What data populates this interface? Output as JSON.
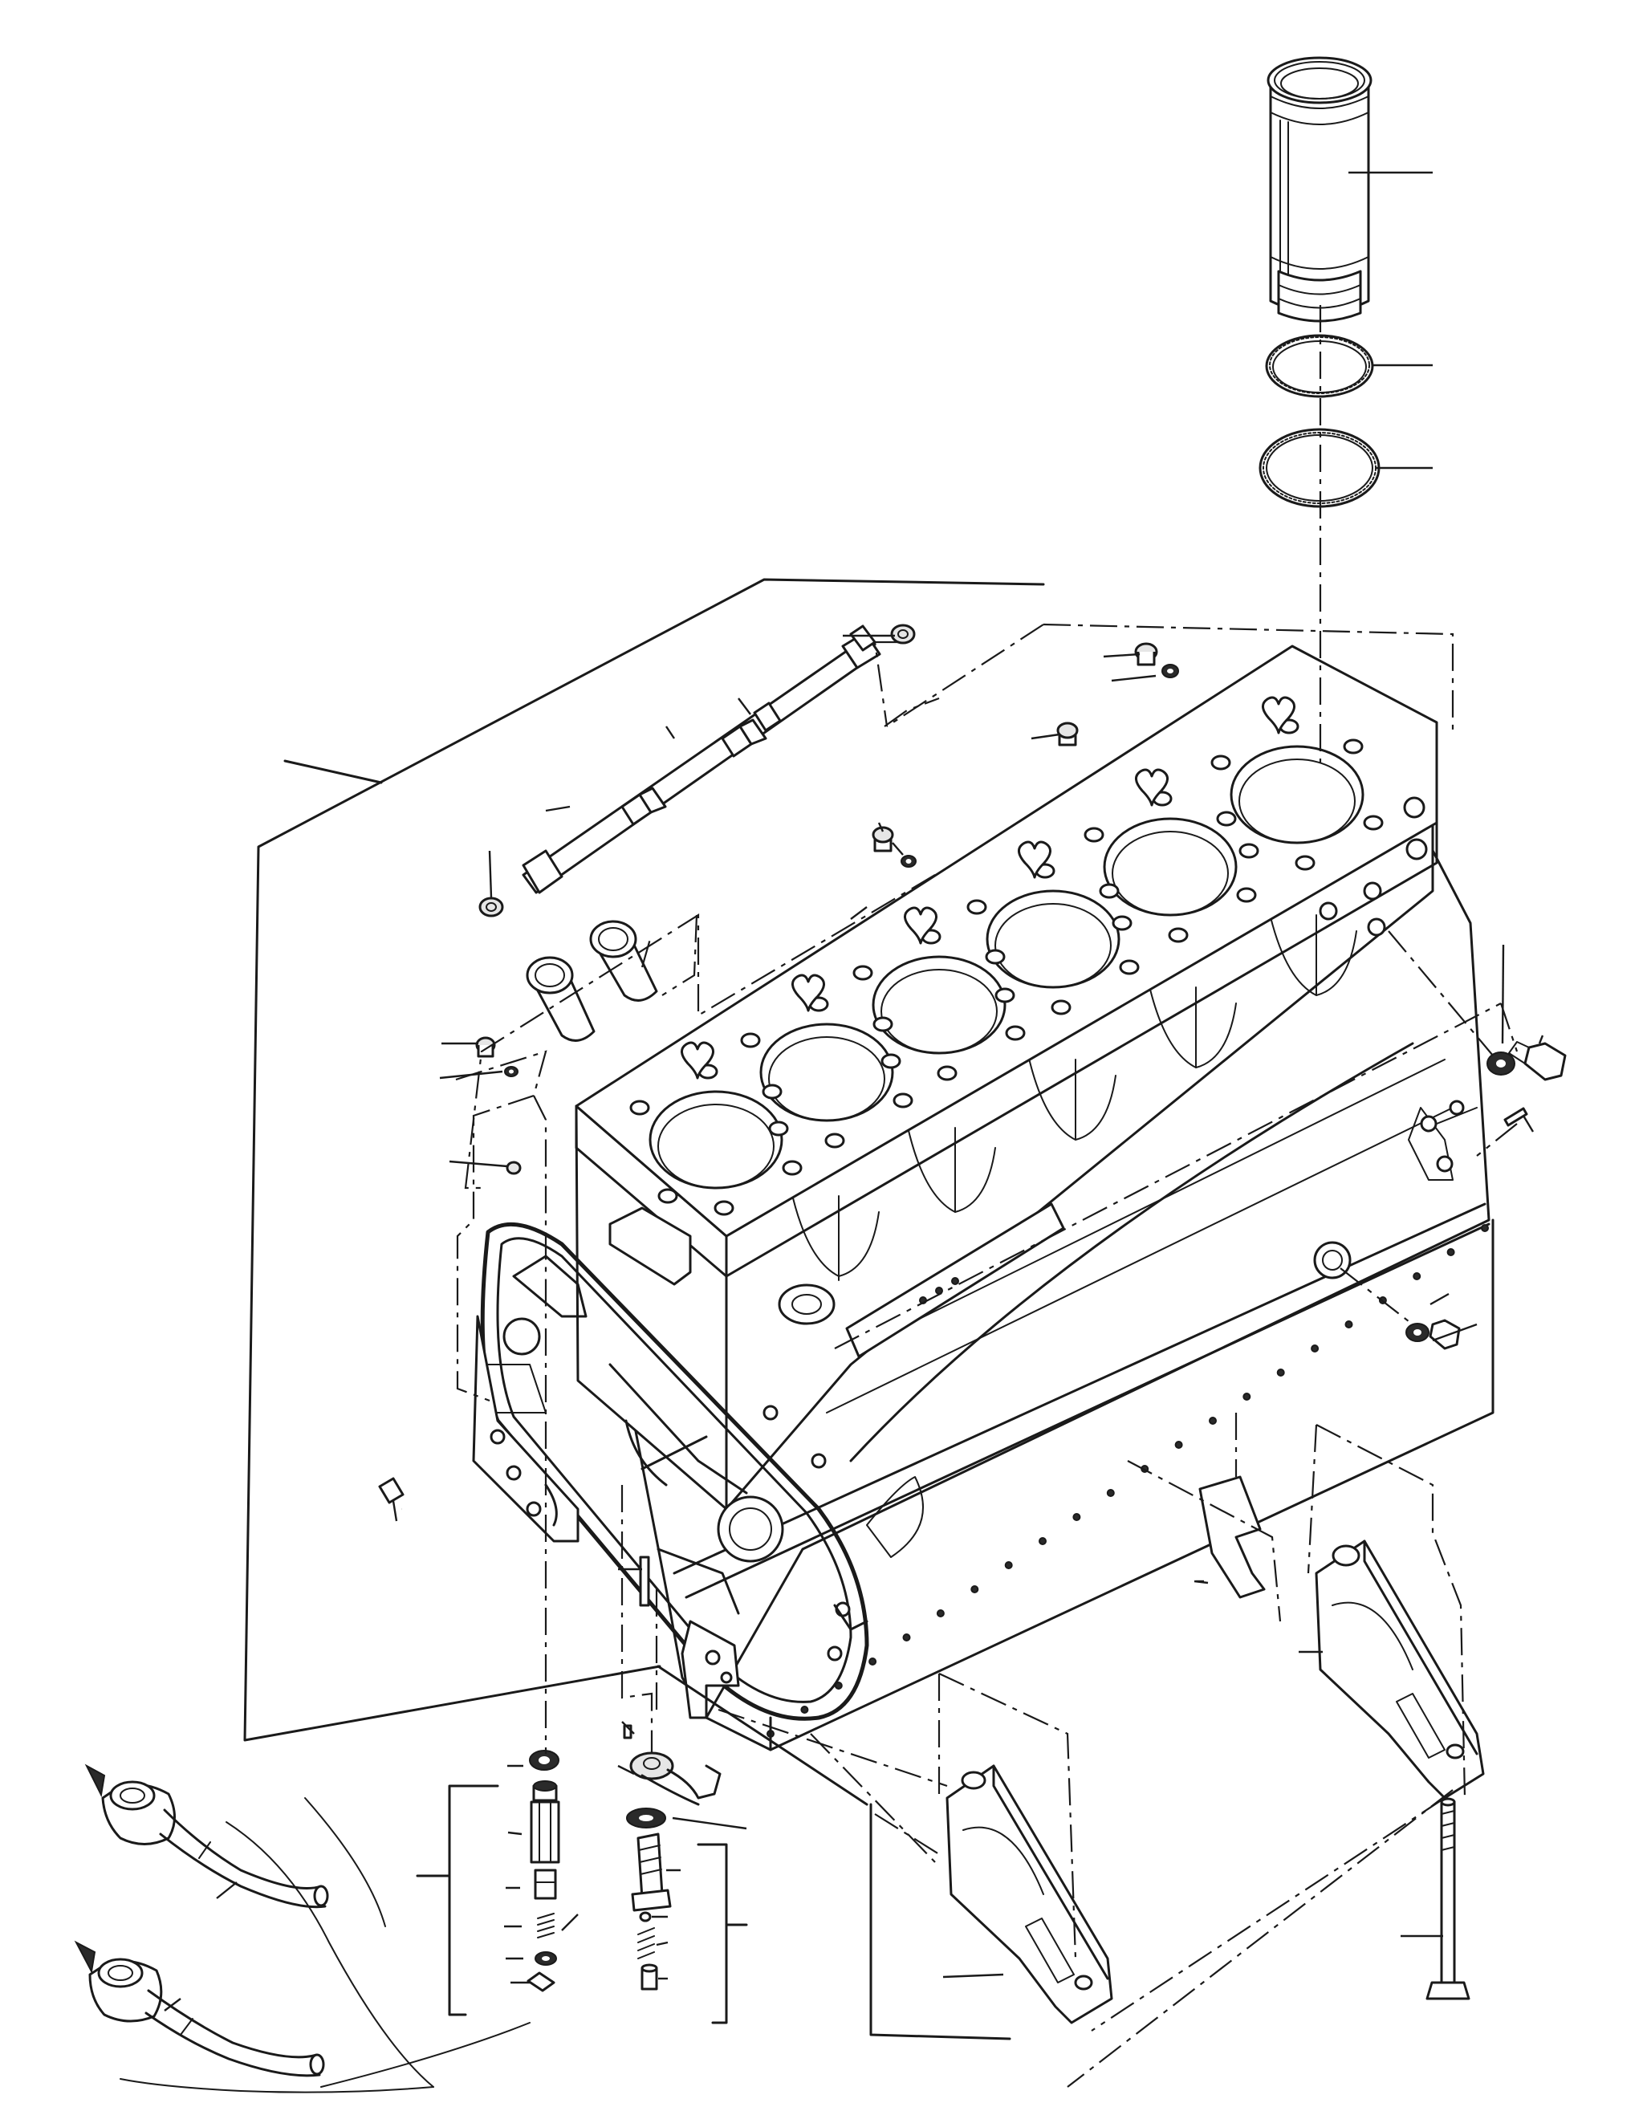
{
  "diagram": {
    "type": "exploded-parts-view",
    "subject": "engine-cylinder-block",
    "colors": {
      "line": "#1a1a1a",
      "paper": "#ffffff",
      "shade": "#e6e6e6"
    },
    "callout_count": 46,
    "cylinder_bores": 6,
    "arrow_markers": 2,
    "labels": []
  }
}
